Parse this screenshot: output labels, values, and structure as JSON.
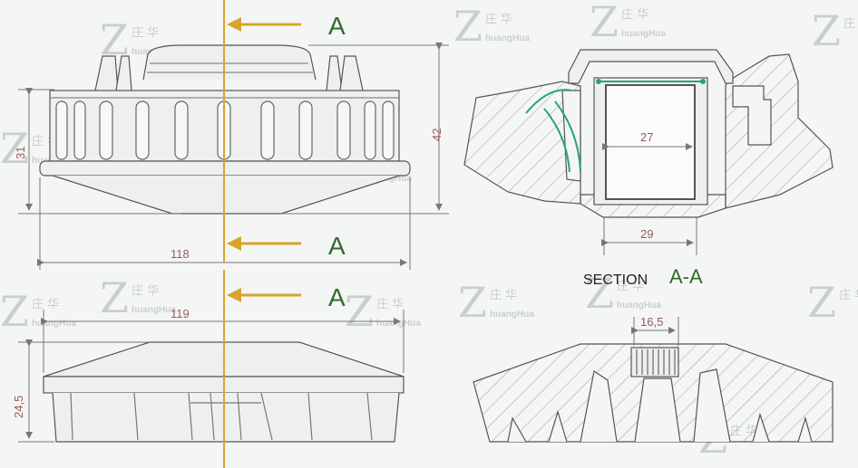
{
  "arrow_label": "A",
  "section": {
    "word": "SECTION",
    "mark": "A-A"
  },
  "dims": {
    "height_outer": "42",
    "height_rim": "31",
    "width_base": "118",
    "width_top": "119",
    "height_bottom": "24,5",
    "inner_width": "27",
    "outer_width": "29",
    "slot_width": "16,5"
  },
  "watermark": {
    "glyph": "Z",
    "cn": "庄 华",
    "en": "huangHua"
  },
  "colors": {
    "section_line": "#d9a42a",
    "label": "#2f6b2a",
    "dimension": "#9a5a5a",
    "line": "#555555",
    "accent": "#2aa37a"
  }
}
